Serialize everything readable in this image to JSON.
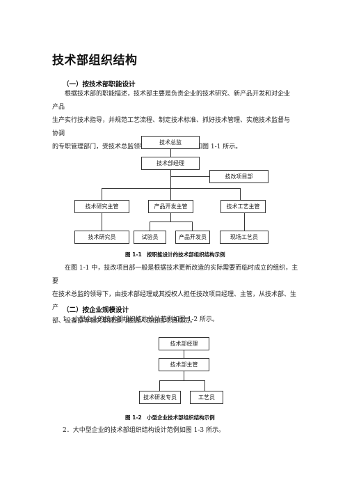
{
  "title": "技术部组织结构",
  "section1": {
    "heading": "（一）按技术部职能设计",
    "para": [
      "根据技术部的职能描述，技术部主要是负责企业的技术研究、新产品开发和对企业产品",
      "生产实行技术指导，并规范工艺流程、制定技术标准、抓好技术管理、实施技术监督与协调",
      "的专职管理部门，受技术总监领导。其组织结构设计如图 1-1 所示。"
    ],
    "chart": {
      "top": "技术总监",
      "manager": "技术部经理",
      "side": "技改项目部",
      "supervisors": [
        "技术研究主管",
        "产品开发主管",
        "技术工艺主管"
      ],
      "staff": [
        "技术研究员",
        "试验员",
        "产品开发员",
        "现场工艺员"
      ]
    },
    "caption": "图 1-1　按职能设计的技术部组织结构示例",
    "after": [
      "在图 1-1 中，技改项目部一般是根据技术更新改造的实际需要而临时成立的组织，主要",
      "在技术总监的领导下，由技术部经理或其授权人担任技改项目经理、主管，从技术部、生产",
      "部、设备部等相关职能部门抽调人员组成项目成员。"
    ]
  },
  "section2": {
    "heading": "（二）按企业规模设计",
    "item1": "1．小型企业的技术部组织结构设计范例如图 1-2 所示。",
    "chart": {
      "manager": "技术部经理",
      "supervisor": "技术部主管",
      "staff": [
        "技术研发专员",
        "工艺员"
      ]
    },
    "caption": "图 1-2　小型企业技术部组织结构示例",
    "item2": "2．大中型企业的技术部组织结构设计范例如图 1-3 所示。"
  }
}
